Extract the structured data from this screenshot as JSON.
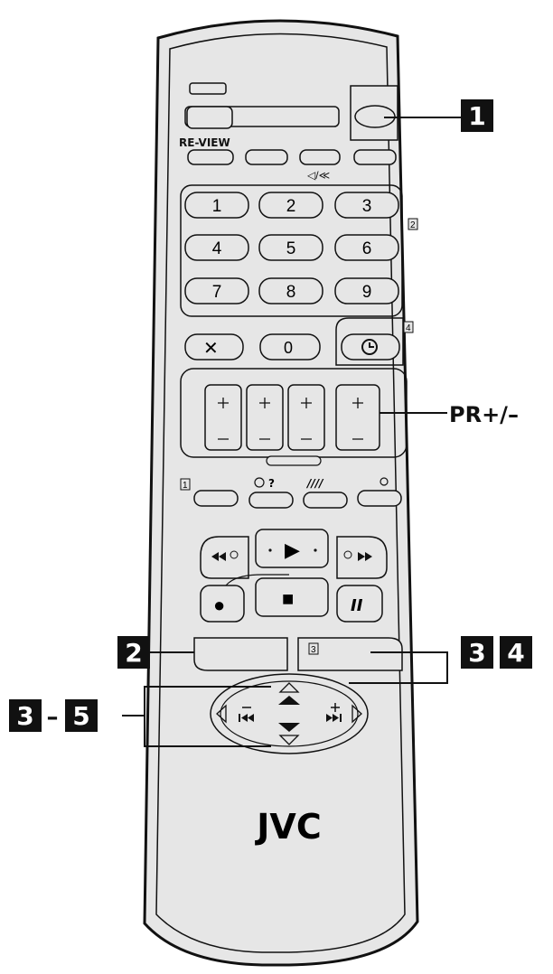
{
  "remote": {
    "review_label": "RE-VIEW",
    "mute_label": "◁/≪",
    "keypad": [
      "1",
      "2",
      "3",
      "4",
      "5",
      "6",
      "7",
      "8",
      "9"
    ],
    "cancel_label": "✕",
    "zero_label": "0",
    "block_marks": [
      "2",
      "4",
      "1",
      "3"
    ],
    "help_label": "?",
    "angle_label": "////",
    "play_symbol": "▶",
    "stop_symbol": "■",
    "record_symbol": "●",
    "pause_symbol": "II",
    "brand": "JVC"
  },
  "callouts": {
    "c1": "1",
    "pr": "PR+/–",
    "c2": "2",
    "c3": "3",
    "c4": "4",
    "range_start": "3",
    "range_dash": "–",
    "range_end": "5"
  }
}
